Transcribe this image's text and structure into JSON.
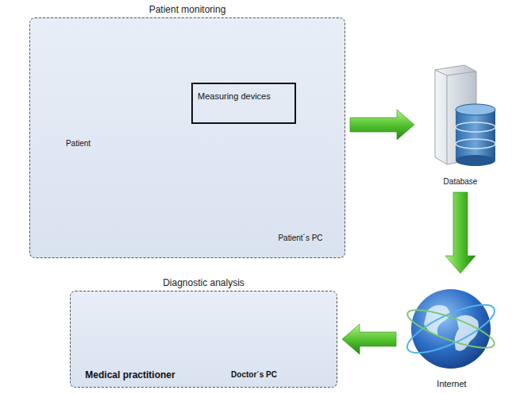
{
  "diagram": {
    "nodes": [
      {
        "text": [
          "Patient monitoring"
        ]
      },
      {
        "text": [
          "Patient"
        ],
        "in": 0
      },
      {
        "text": [
          "Measuring devices"
        ],
        "in": 0
      },
      {
        "text": [
          "Patient´s PC"
        ],
        "in": 0
      },
      {
        "text": [
          "Database"
        ]
      },
      {
        "text": [
          "Internet"
        ]
      },
      {
        "text": [
          "Diagnostic analysis"
        ]
      },
      {
        "text": [
          "Medical practitioner"
        ],
        "in": 6
      },
      {
        "text": [
          "Doctor´s PC"
        ],
        "in": 6
      }
    ],
    "edges": [
      {
        "from": 1,
        "to": 2,
        "arrow": "to"
      },
      {
        "from": 2,
        "to": 3,
        "arrow": "to"
      },
      {
        "from": 0,
        "to": 4,
        "arrow": "to"
      },
      {
        "from": 4,
        "to": 5,
        "arrow": "to"
      },
      {
        "from": 5,
        "to": 6,
        "arrow": "to"
      },
      {
        "from": 7,
        "to": 8,
        "arrow": "both"
      }
    ]
  }
}
